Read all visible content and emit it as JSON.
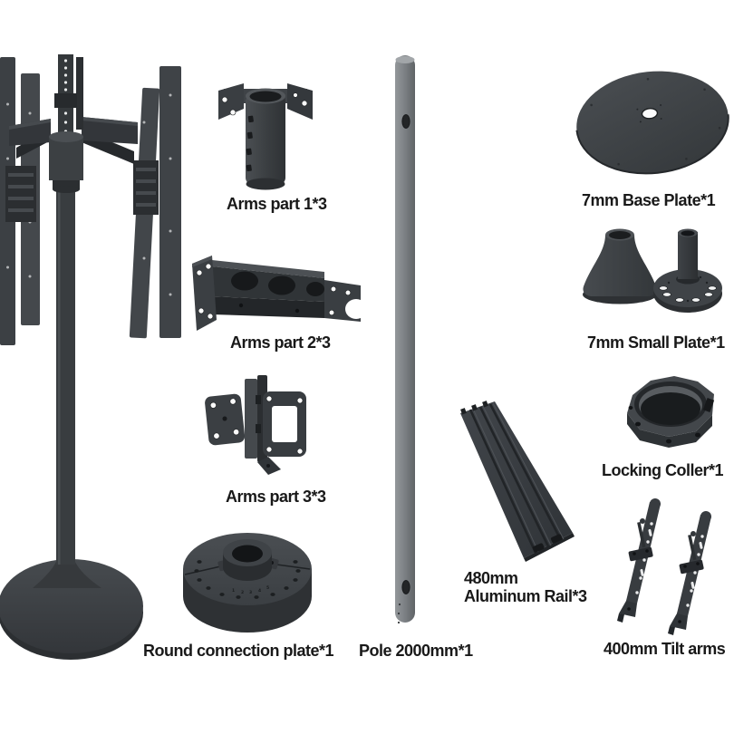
{
  "page": {
    "background": "#ffffff",
    "label_text_color": "#191919"
  },
  "colors": {
    "part_dark": "#3a3e41",
    "part_darker": "#2b2e31",
    "part_light": "#4a4e52",
    "pole_gray": "#82868a",
    "hole_dark": "#17191b"
  },
  "parts": {
    "arms_part_1": {
      "label": "Arms part 1*3"
    },
    "arms_part_2": {
      "label": "Arms part 2*3"
    },
    "arms_part_3": {
      "label": "Arms part 3*3"
    },
    "round_connection_plate": {
      "label": "Round connection plate*1"
    },
    "pole": {
      "label": "Pole 2000mm*1"
    },
    "base_plate": {
      "label": "7mm Base Plate*1"
    },
    "small_plate": {
      "label": "7mm Small Plate*1"
    },
    "locking_coller": {
      "label": "Locking Coller*1"
    },
    "aluminum_rail": {
      "label_line1": "480mm",
      "label_line2": "Aluminum Rail*3"
    },
    "tilt_arms": {
      "label": "400mm Tilt arms"
    }
  }
}
